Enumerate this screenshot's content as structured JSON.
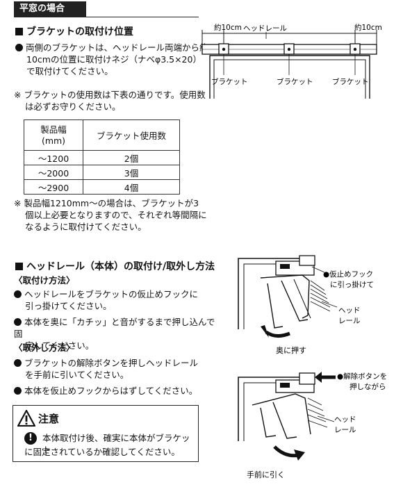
{
  "section_tag": "平窓の場合",
  "bracket_position": {
    "heading": "ブラケットの取付け位置",
    "line1": "両側のブラケットは、ヘッドレール両端から約",
    "line2": "10cmの位置に取付けネジ（ナベφ3.5×20）",
    "line3": "で取付けてください。",
    "note1_line1": "※ ブラケットの使用数は下表の通りです。使用数",
    "note1_line2": "は必ずお守りください。",
    "note2_line1": "※ 製品幅1210mm〜の場合は、ブラケットが3",
    "note2_line2": "個以上必要となりますので、それぞれ等間隔に",
    "note2_line3": "なるように取付けてください。"
  },
  "table": {
    "header_col1_line1": "製品幅",
    "header_col1_line2": "(mm)",
    "header_col2": "ブラケット使用数",
    "rows": [
      {
        "width": "〜1200",
        "count": "2個"
      },
      {
        "width": "〜2000",
        "count": "3個"
      },
      {
        "width": "〜2900",
        "count": "4個"
      }
    ]
  },
  "top_diagram": {
    "label_left": "約10cm",
    "label_center": "ヘッドレール",
    "label_right": "約10cm",
    "bracket_label_1": "ブラケット",
    "bracket_label_2": "ブラケット",
    "bracket_label_3": "ブラケット"
  },
  "headrail": {
    "heading": "ヘッドレール（本体）の取付け/取外し方法",
    "attach_title": "〈取付け方法〉",
    "attach_1_line1": "ヘッドレールをブラケットの仮止めフックに",
    "attach_1_line2": "引っ掛けてください。",
    "attach_2_line1": "本体を奥に「カチッ」と音がするまで押し込んで固",
    "attach_2_line2": "定してください。",
    "remove_title": "〈取外し方法〉",
    "remove_1_line1": "ブラケットの解除ボタンを押しヘッドレール",
    "remove_1_line2": "を手前に引いてください。",
    "remove_2": "本体を仮止めフックからはずしてください。"
  },
  "caution": {
    "title": "注意",
    "line1": "本体取付け後、確実に本体がブラケット",
    "line2": "に固定されているか確認してください。"
  },
  "diagram_attach": {
    "hook_line1": "●仮止めフック",
    "hook_line2": "に引っ掛けて",
    "rail_line1": "ヘッド",
    "rail_line2": "レール",
    "push": "奥に押す"
  },
  "diagram_remove": {
    "button_line1": "●解除ボタンを",
    "button_line2": "押しながら",
    "rail_line1": "ヘッド",
    "rail_line2": "レール",
    "pull": "手前に引く"
  }
}
